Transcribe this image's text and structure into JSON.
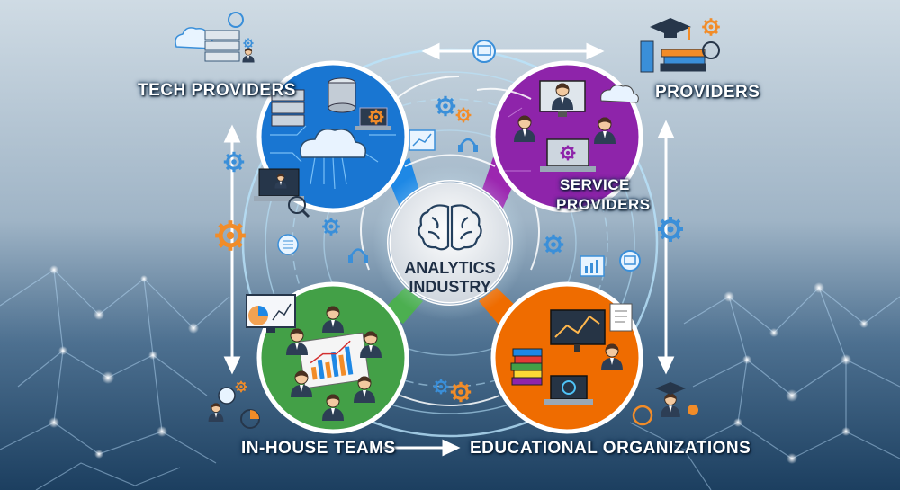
{
  "diagram": {
    "center": {
      "line1": "ANALYTICS",
      "line2": "INDUSTRY"
    },
    "nodes": [
      {
        "id": "tech",
        "label": "TECH PROVIDERS",
        "color": "#1976d2"
      },
      {
        "id": "providers",
        "label": "PROVIDERS",
        "color": "#8e24aa"
      },
      {
        "id": "service",
        "label_line1": "SERVICE",
        "label_line2": "PROVIDERS",
        "color": "#8e24aa"
      },
      {
        "id": "inhouse",
        "label": "IN-HOUSE TEAMS",
        "color": "#43a047"
      },
      {
        "id": "edu",
        "label": "EDUCATIONAL ORGANIZATIONS",
        "color": "#ef6c00"
      }
    ],
    "colors": {
      "background_top": "#c9d6e0",
      "background_bottom": "#1e4668",
      "center_fill": "#e9edf1",
      "ring": "#9fd6f5",
      "icon_accent": "#f28c28",
      "icon_blue": "#3a8fd9"
    },
    "icons": [
      "brain-icon",
      "cloud-icon",
      "server-icon",
      "gear-icon",
      "database-icon",
      "graduation-cap-icon",
      "books-icon",
      "chart-icon",
      "laptop-icon",
      "person-icon",
      "monitor-icon",
      "headset-icon"
    ]
  }
}
